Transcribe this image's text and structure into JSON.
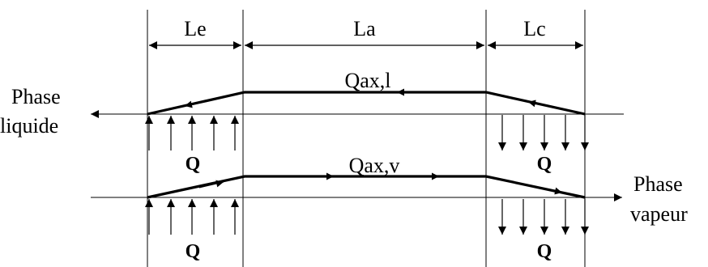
{
  "diagram": {
    "zones": {
      "evaporator": "Le",
      "adiabatic": "La",
      "condenser": "Lc"
    },
    "flows": {
      "liquid": "Qax,l",
      "vapor": "Qax,v"
    },
    "heat": "Q",
    "phases": {
      "liquid_line1": "Phase",
      "liquid_line2": "liquide",
      "vapor_line1": "Phase",
      "vapor_line2": "vapeur"
    }
  }
}
